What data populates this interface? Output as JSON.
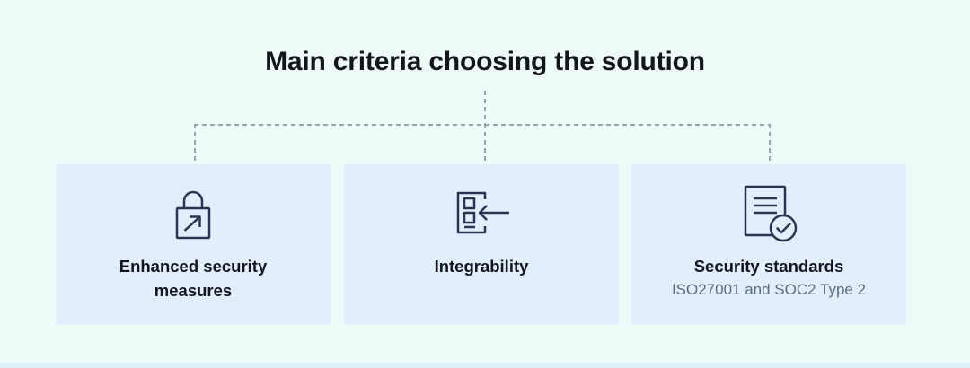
{
  "title": "Main criteria choosing the solution",
  "colors": {
    "background": "#eefbf9",
    "card": "#e2eefb",
    "icon_stroke": "#2a3553",
    "text": "#12151e",
    "subtext": "#5c6b80",
    "connector": "#9aa3ad",
    "bottom_band": "#def0f7"
  },
  "cards": [
    {
      "icon": "lock-arrow-icon",
      "label": "Enhanced security measures"
    },
    {
      "icon": "integration-input-icon",
      "label": "Integrability"
    },
    {
      "icon": "document-check-icon",
      "label": "Security standards",
      "sublabel": "ISO27001 and SOC2 Type 2"
    }
  ]
}
